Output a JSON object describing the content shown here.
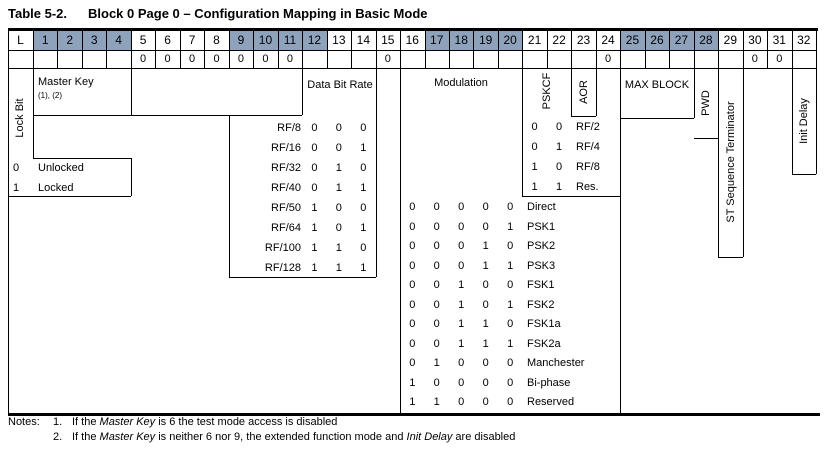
{
  "title": {
    "label": "Table 5-2.",
    "text": "Block 0 Page 0 – Configuration Mapping in Basic Mode"
  },
  "colors": {
    "shaded_header": "#8EA2BC",
    "line": "#000000"
  },
  "bit_grid": {
    "l_header": "L",
    "bit_headers": [
      "1",
      "2",
      "3",
      "4",
      "5",
      "6",
      "7",
      "8",
      "9",
      "10",
      "11",
      "12",
      "13",
      "14",
      "15",
      "16",
      "17",
      "18",
      "19",
      "20",
      "21",
      "22",
      "23",
      "24",
      "25",
      "26",
      "27",
      "28",
      "29",
      "30",
      "31",
      "32"
    ],
    "shaded_groups": [
      [
        1,
        4
      ],
      [
        9,
        12
      ],
      [
        17,
        20
      ],
      [
        25,
        28
      ]
    ],
    "preset_values": {
      "5": "0",
      "6": "0",
      "7": "0",
      "8": "0",
      "9": "0",
      "10": "0",
      "11": "0",
      "15": "0",
      "24": "0",
      "30": "0",
      "31": "0"
    }
  },
  "fields": {
    "lock_bit": {
      "label": "Lock Bit",
      "legend": [
        {
          "bit": "0",
          "label": "Unlocked"
        },
        {
          "bit": "1",
          "label": "Locked"
        }
      ]
    },
    "master_key": {
      "label": "Master Key",
      "footnote": "(1), (2)"
    },
    "data_bit_rate": {
      "label": "Data Bit Rate",
      "rows": [
        {
          "label": "RF/8",
          "bits": [
            "0",
            "0",
            "0"
          ]
        },
        {
          "label": "RF/16",
          "bits": [
            "0",
            "0",
            "1"
          ]
        },
        {
          "label": "RF/32",
          "bits": [
            "0",
            "1",
            "0"
          ]
        },
        {
          "label": "RF/40",
          "bits": [
            "0",
            "1",
            "1"
          ]
        },
        {
          "label": "RF/50",
          "bits": [
            "1",
            "0",
            "0"
          ]
        },
        {
          "label": "RF/64",
          "bits": [
            "1",
            "0",
            "1"
          ]
        },
        {
          "label": "RF/100",
          "bits": [
            "1",
            "1",
            "0"
          ]
        },
        {
          "label": "RF/128",
          "bits": [
            "1",
            "1",
            "1"
          ]
        }
      ]
    },
    "modulation": {
      "label": "Modulation",
      "rows": [
        {
          "bits": [
            "0",
            "0",
            "0",
            "0",
            "0"
          ],
          "label": "Direct"
        },
        {
          "bits": [
            "0",
            "0",
            "0",
            "0",
            "1"
          ],
          "label": "PSK1"
        },
        {
          "bits": [
            "0",
            "0",
            "0",
            "1",
            "0"
          ],
          "label": "PSK2"
        },
        {
          "bits": [
            "0",
            "0",
            "0",
            "1",
            "1"
          ],
          "label": "PSK3"
        },
        {
          "bits": [
            "0",
            "0",
            "1",
            "0",
            "0"
          ],
          "label": "FSK1"
        },
        {
          "bits": [
            "0",
            "0",
            "1",
            "0",
            "1"
          ],
          "label": "FSK2"
        },
        {
          "bits": [
            "0",
            "0",
            "1",
            "1",
            "0"
          ],
          "label": "FSK1a"
        },
        {
          "bits": [
            "0",
            "0",
            "1",
            "1",
            "1"
          ],
          "label": "FSK2a"
        },
        {
          "bits": [
            "0",
            "1",
            "0",
            "0",
            "0"
          ],
          "label": "Manchester"
        },
        {
          "bits": [
            "1",
            "0",
            "0",
            "0",
            "0"
          ],
          "label": "Bi-phase"
        },
        {
          "bits": [
            "1",
            "1",
            "0",
            "0",
            "0"
          ],
          "label": "Reserved"
        }
      ]
    },
    "pskcf": {
      "label": "PSKCF",
      "rows": [
        {
          "bits": [
            "0",
            "0"
          ],
          "label": "RF/2"
        },
        {
          "bits": [
            "0",
            "1"
          ],
          "label": "RF/4"
        },
        {
          "bits": [
            "1",
            "0"
          ],
          "label": "RF/8"
        },
        {
          "bits": [
            "1",
            "1"
          ],
          "label": "Res."
        }
      ]
    },
    "aor": {
      "label": "AOR"
    },
    "max_block": {
      "label": "MAX BLOCK"
    },
    "pwd": {
      "label": "PWD"
    },
    "st": {
      "label": "ST Sequence Terminator"
    },
    "init_delay": {
      "label": "Init Delay"
    }
  },
  "notes": {
    "label": "Notes:",
    "items": [
      {
        "num": "1.",
        "segments": [
          {
            "t": "If the "
          },
          {
            "t": "Master Key",
            "i": true
          },
          {
            "t": " is 6 the test mode access is disabled"
          }
        ]
      },
      {
        "num": "2.",
        "segments": [
          {
            "t": "If the "
          },
          {
            "t": "Master Key",
            "i": true
          },
          {
            "t": " is neither 6 nor 9, the extended function mode and "
          },
          {
            "t": "Init Delay",
            "i": true
          },
          {
            "t": " are disabled"
          }
        ]
      }
    ]
  }
}
